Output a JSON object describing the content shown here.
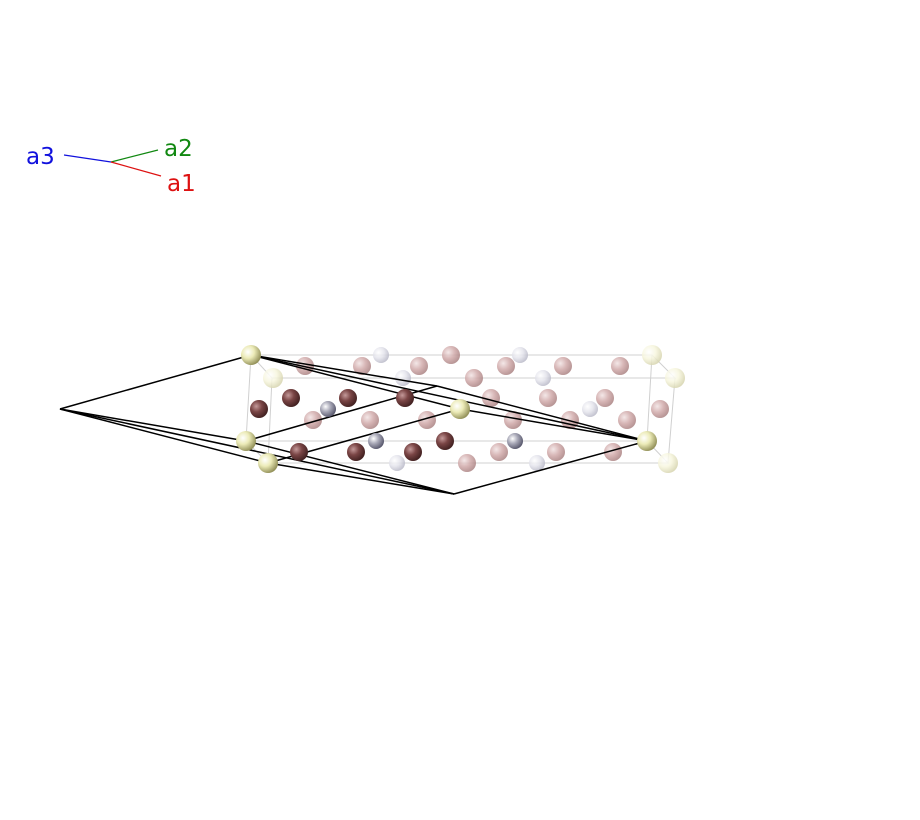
{
  "axes": {
    "a1": {
      "label": "a1",
      "color": "#dd1111"
    },
    "a2": {
      "label": "a2",
      "color": "#118811"
    },
    "a3": {
      "label": "a3",
      "color": "#1111dd"
    }
  },
  "atom_colors": {
    "yellow": "#f3f3c4",
    "brown": "#7a3f3f",
    "grey": "#a7a7b4",
    "pink": "#d9b3b3",
    "white": "#e6e6ee"
  },
  "cell_line_color": "#000000",
  "box_line_color": "#cfcfcf"
}
